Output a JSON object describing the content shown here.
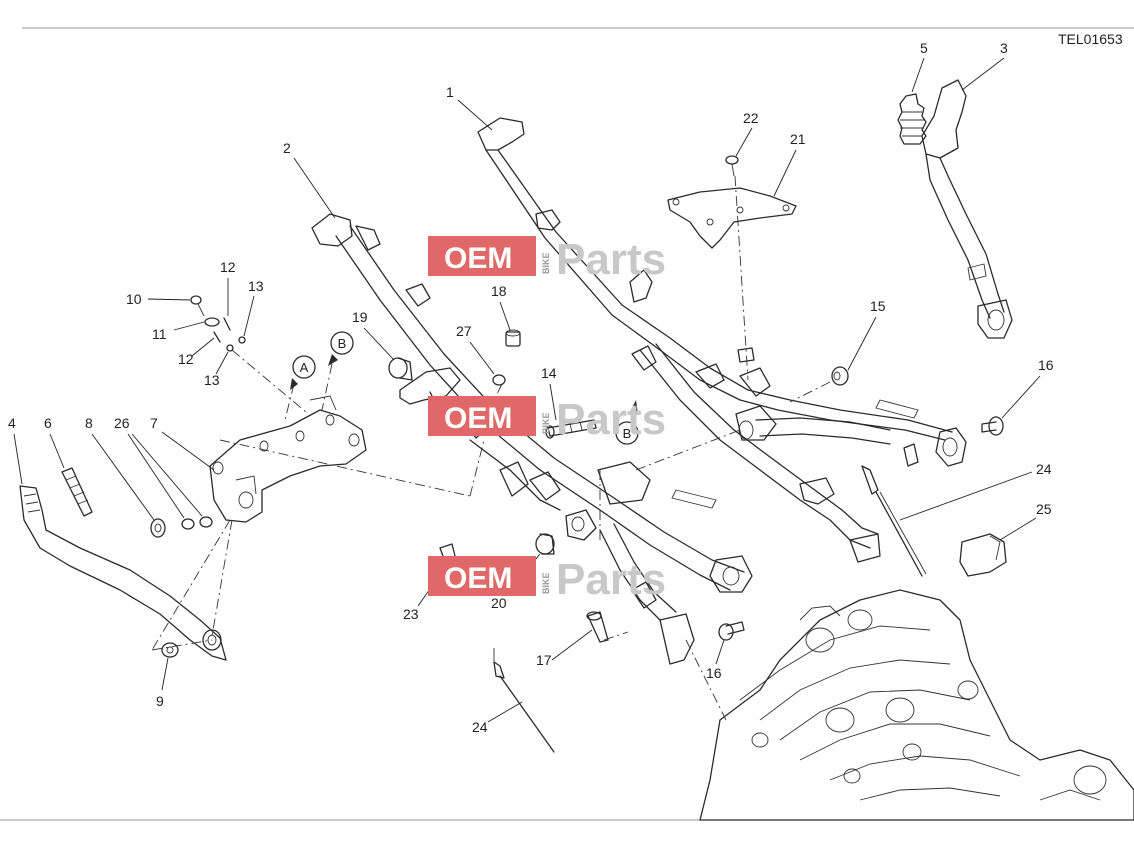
{
  "reference_code": "TEL01653",
  "watermark": {
    "oem": "OEM",
    "bike": "BIKE",
    "parts": "Parts"
  },
  "ref_markers": {
    "a": "A",
    "b": "B"
  },
  "callouts": {
    "c1": "1",
    "c2": "2",
    "c3": "3",
    "c4": "4",
    "c5": "5",
    "c6": "6",
    "c7": "7",
    "c8": "8",
    "c9": "9",
    "c10": "10",
    "c11": "11",
    "c12a": "12",
    "c12b": "12",
    "c13a": "13",
    "c13b": "13",
    "c14": "14",
    "c15": "15",
    "c16a": "16",
    "c16b": "16",
    "c17": "17",
    "c18": "18",
    "c19": "19",
    "c20": "20",
    "c21": "21",
    "c22": "22",
    "c23": "23",
    "c24a": "24",
    "c24b": "24",
    "c25": "25",
    "c26": "26",
    "c27": "27"
  }
}
